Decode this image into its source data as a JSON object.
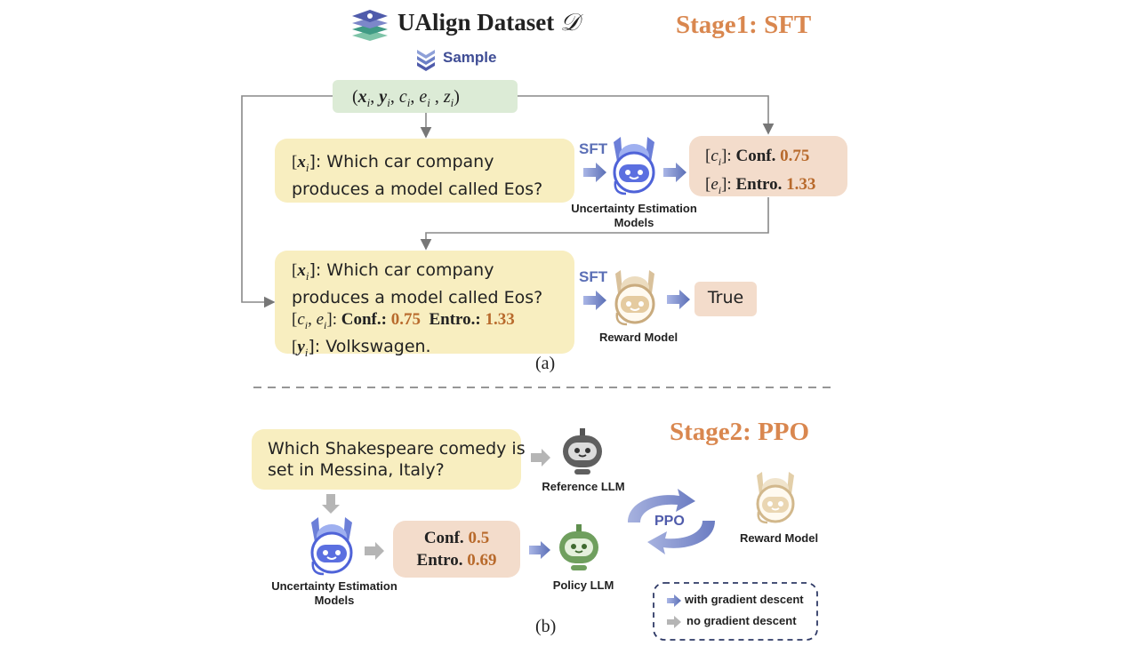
{
  "colors": {
    "stage": "#d9874f",
    "number": "#b86a2c",
    "blue": "#5b6fb6",
    "yellow_box": "#f8eec0",
    "green_box": "#dcebd6",
    "peach_box": "#f3dccb"
  },
  "header": {
    "title": "UAlign Dataset",
    "title_symbol": "𝒟",
    "sample_label": "Sample",
    "stage1": "Stage1: SFT",
    "stage2": "Stage2: PPO"
  },
  "tuple": {
    "open": "(",
    "x": "x",
    "y": "y",
    "c": "c",
    "e": "e",
    "z": "z",
    "sub": "i",
    "close": ")"
  },
  "stage1": {
    "question_tag": "x",
    "question_line1": "]: Which car company",
    "question_line2": "produces a model called Eos?",
    "sft_label": "SFT",
    "uem_label_line1": "Uncertainty Estimation",
    "uem_label_line2": "Models",
    "conf_label": "Conf.",
    "conf_value": "0.75",
    "entro_label": "Entro.",
    "entro_value": "1.33",
    "rm_question_line1": "]: Which car company",
    "rm_question_line2": "produces a model called Eos?",
    "rm_conf_label": "Conf.:",
    "rm_entro_label": "Entro.:",
    "answer": "]: Volkswagen.",
    "reward_label": "Reward Model",
    "result": "True",
    "caption": "(a)"
  },
  "stage2": {
    "question_line1": "Which Shakespeare comedy is",
    "question_line2": "set in Messina, Italy?",
    "reference_label": "Reference LLM",
    "uem_label_line1": "Uncertainty Estimation",
    "uem_label_line2": "Models",
    "conf_label": "Conf.",
    "conf_value": "0.5",
    "entro_label": "Entro.",
    "entro_value": "0.69",
    "policy_label": "Policy LLM",
    "ppo_label": "PPO",
    "reward_label": "Reward Model",
    "legend_with": "with gradient descent",
    "legend_no": "no gradient descent",
    "caption": "(b)"
  },
  "icons": {
    "dataset": "layers-stack-icon",
    "sample": "chevron-stack-icon",
    "robot": "robot-head-icon",
    "cycle": "circular-arrows-icon",
    "arrow": "right-arrow-icon"
  }
}
